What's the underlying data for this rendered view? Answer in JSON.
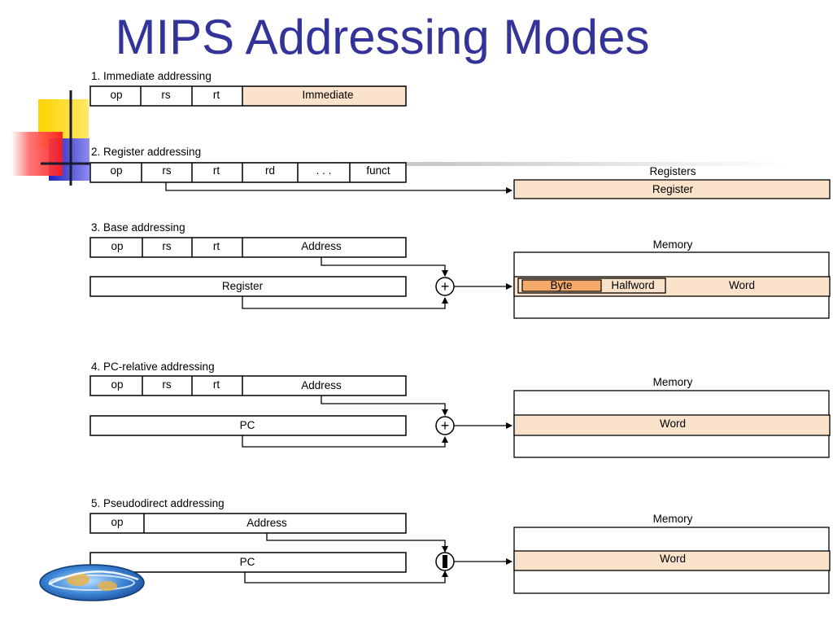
{
  "title": "MIPS Addressing Modes",
  "modes": [
    {
      "heading": "1. Immediate addressing",
      "fields": [
        "op",
        "rs",
        "rt",
        "Immediate"
      ]
    },
    {
      "heading": "2. Register addressing",
      "fields": [
        "op",
        "rs",
        "rt",
        "rd",
        ". . .",
        "funct"
      ],
      "target_title": "Registers",
      "target_cell": "Register"
    },
    {
      "heading": "3. Base addressing",
      "fields": [
        "op",
        "rs",
        "rt",
        "Address"
      ],
      "reg_box": "Register",
      "adder": "+",
      "target_title": "Memory",
      "target_cells": [
        "Byte",
        "Halfword",
        "Word"
      ]
    },
    {
      "heading": "4. PC-relative addressing",
      "fields": [
        "op",
        "rs",
        "rt",
        "Address"
      ],
      "reg_box": "PC",
      "adder": "+",
      "target_title": "Memory",
      "target_cell": "Word"
    },
    {
      "heading": "5. Pseudodirect addressing",
      "fields": [
        "op",
        "Address"
      ],
      "reg_box": "PC",
      "target_title": "Memory",
      "target_cell": "Word"
    }
  ],
  "colors": {
    "title": "#33339a",
    "highlight": "#fbe3cb",
    "byte_fill": "#f5a96b",
    "deco_yellow": "#ffd200",
    "deco_red": "#ff2a2a",
    "deco_blue": "#2d2dc8"
  },
  "logo": {
    "icon": "university-globe-logo"
  }
}
